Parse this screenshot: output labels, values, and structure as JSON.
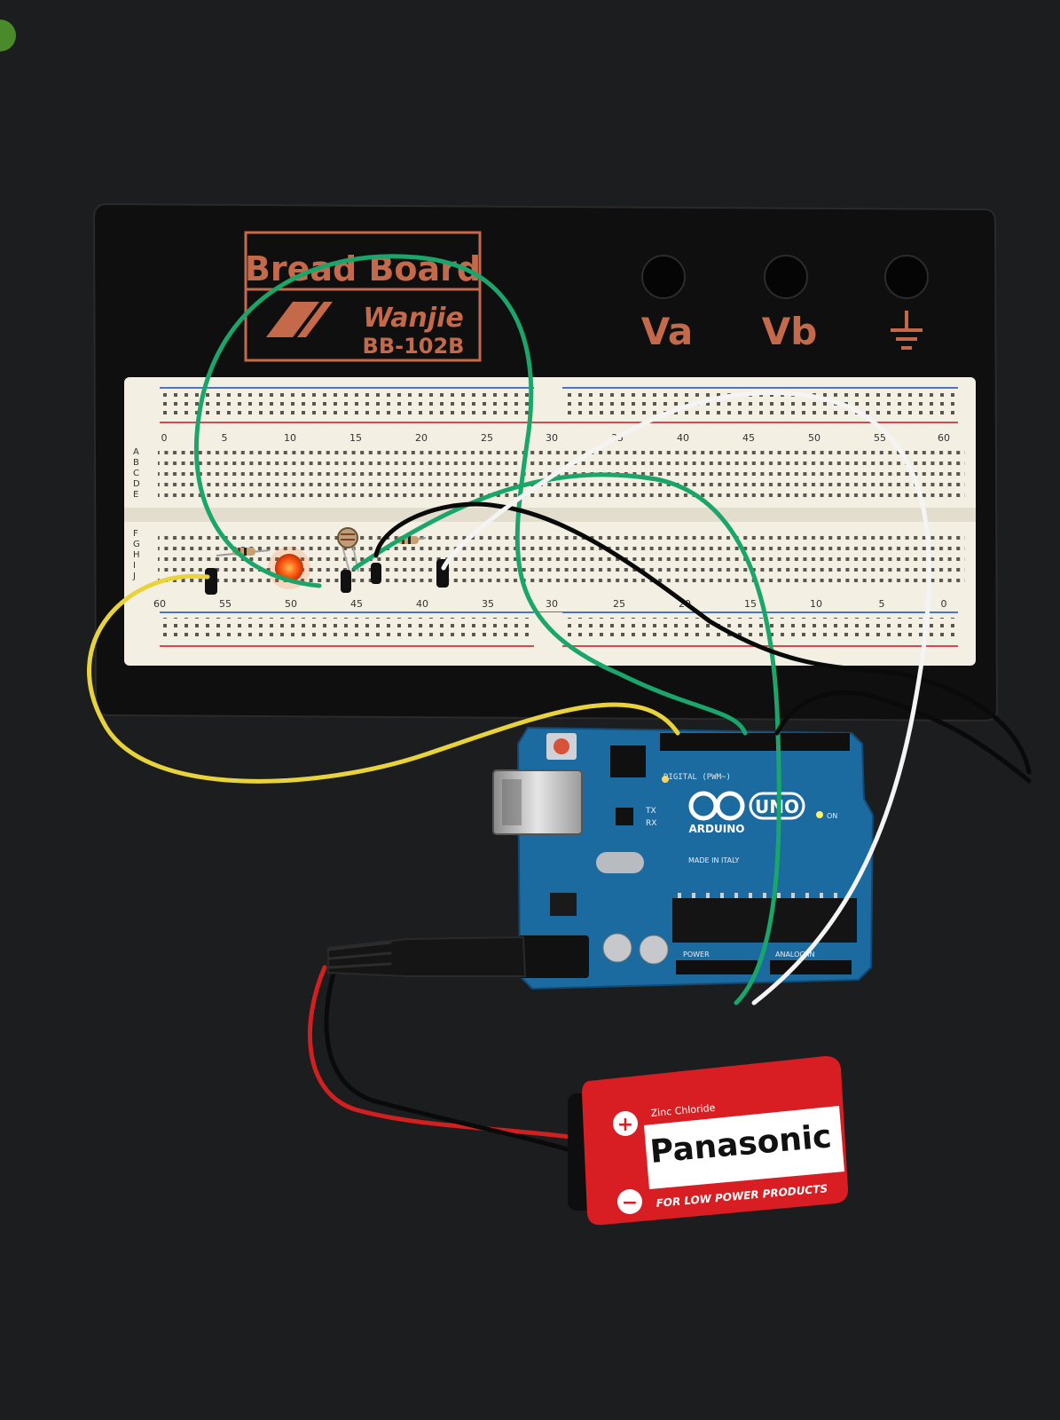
{
  "breadboard": {
    "logo_title": "Bread Board",
    "brand": "Wanjie",
    "model": "BB-102B",
    "terminal_labels": [
      "Va",
      "Vb"
    ],
    "top_row_numbers": [
      "0",
      "5",
      "10",
      "15",
      "20",
      "25",
      "30",
      "35",
      "40",
      "45",
      "50",
      "55",
      "60"
    ],
    "bottom_row_numbers": [
      "60",
      "55",
      "50",
      "45",
      "40",
      "35",
      "30",
      "25",
      "20",
      "15",
      "10",
      "5",
      "0"
    ],
    "row_letters_top": [
      "A",
      "B",
      "C",
      "D",
      "E"
    ],
    "row_letters_bottom": [
      "F",
      "G",
      "H",
      "I",
      "J"
    ]
  },
  "arduino": {
    "name": "ARDUINO",
    "model": "UNO",
    "made_in": "MADE IN ITALY",
    "tx": "TX",
    "rx": "RX",
    "on": "ON",
    "digital": "DIGITAL (PWM~)",
    "power": "POWER",
    "analog": "ANALOG IN"
  },
  "battery": {
    "type": "Zinc Chloride",
    "brand": "Panasonic",
    "tagline": "FOR LOW POWER PRODUCTS",
    "plus": "+",
    "minus": "−"
  },
  "colors": {
    "background": "#1c1d1f",
    "breadboard_base": "#0f0f10",
    "breadboard_print": "#c46a4a",
    "breadboard_body": "#f3efe3",
    "rail_red": "#d24a4a",
    "rail_blue": "#4a74c9",
    "arduino_pcb": "#1b6aa0",
    "wire_green": "#1aa66a",
    "wire_white": "#f4f4f4",
    "wire_black": "#0a0a0a",
    "wire_yellow": "#e8d43a",
    "wire_red": "#d21f1f",
    "led": "#ff4a10",
    "battery_red": "#d81e22"
  }
}
